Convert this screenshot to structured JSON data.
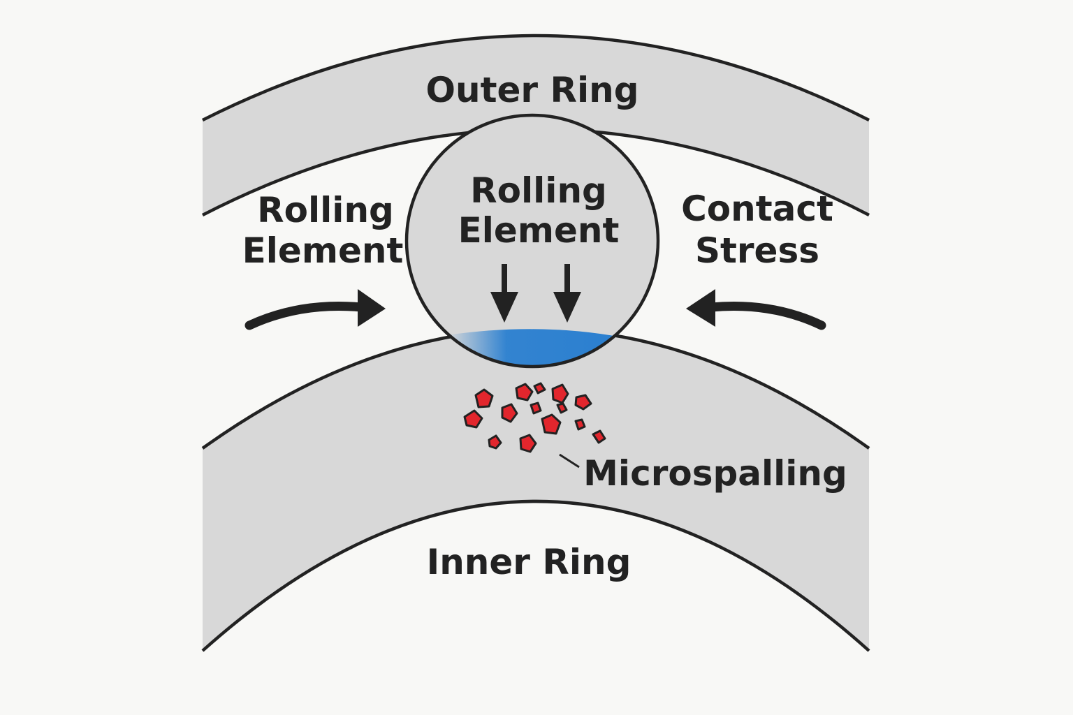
{
  "labels": {
    "outer_ring": "Outer Ring",
    "inner_ring": "Inner Ring",
    "ball_line1": "Rolling",
    "ball_line2": "Element",
    "left_line1": "Rolling",
    "left_line2": "Element",
    "right_line1": "Contact",
    "right_line2": "Stress",
    "microspalling": "Microspalling"
  },
  "colors": {
    "background": "#f8f8f6",
    "ring_fill": "#d8d8d8",
    "outline": "#222222",
    "contact_zone": "#2a7fd0",
    "spall": "#e2262d"
  },
  "icons": {
    "force_arrows": "arrow-down-icon",
    "rolling_arrows": "curved-arrow-icon"
  }
}
